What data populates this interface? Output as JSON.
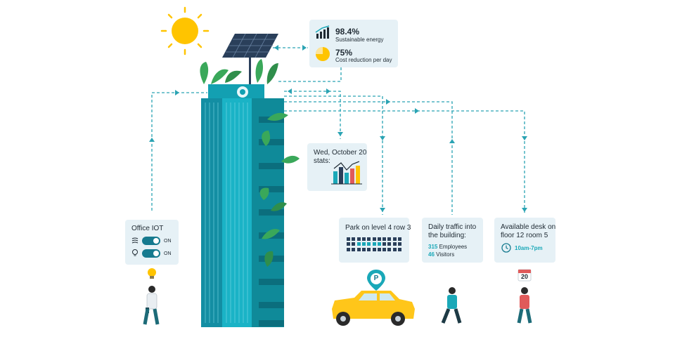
{
  "energy_card": {
    "energy_value": "98.4%",
    "energy_label": "Sustainable energy",
    "cost_value": "75%",
    "cost_label": "Cost reduction per day"
  },
  "stats_card": {
    "line1": "Wed, October 20",
    "line2": "stats:"
  },
  "iot_card": {
    "title": "Office IOT",
    "toggle1": "ON",
    "toggle2": "ON"
  },
  "parking_card": {
    "title": "Park on level 4 row 3"
  },
  "traffic_card": {
    "line1": "Daily traffic into",
    "line2": "the building:",
    "employees_count": "315",
    "employees_label": "Employees",
    "visitors_count": "46",
    "visitors_label": "Visitors"
  },
  "desk_card": {
    "line1": "Available desk on",
    "line2": "floor 12 room 5",
    "time": "10am-7pm"
  },
  "calendar": {
    "day": "20"
  },
  "parking_pin": {
    "letter": "P"
  },
  "colors": {
    "teal": "#1aa8b8",
    "dark_teal": "#157a8f",
    "card_bg": "#e6f1f6",
    "sun": "#ffc400",
    "car": "#ffc61a",
    "dashed_line": "#2aa3b3"
  },
  "icons": [
    "sun-icon",
    "solar-panel-icon",
    "growth-chart-icon",
    "pie-chart-icon",
    "bar-line-chart-icon",
    "ac-icon",
    "lightbulb-icon",
    "clock-icon",
    "calendar-icon",
    "parking-pin-icon",
    "car-icon"
  ]
}
